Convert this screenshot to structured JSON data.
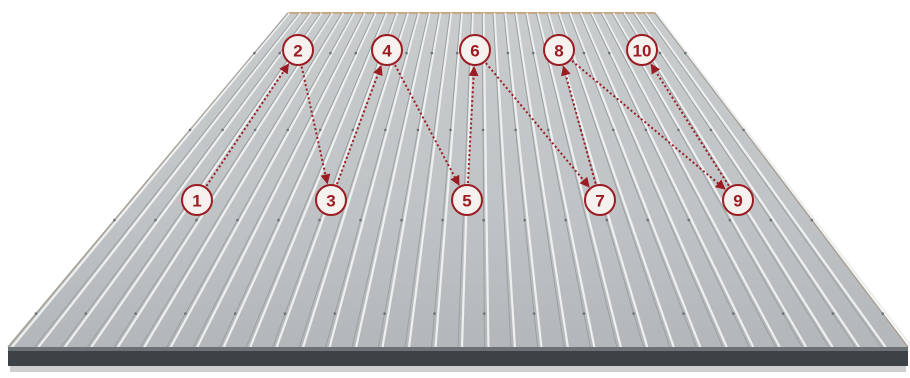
{
  "diagram": {
    "colors": {
      "roof_light": "#d9dcdd",
      "roof_mid": "#b7bbbd",
      "roof_dark": "#9aa0a3",
      "edge_trim": "#c8a882",
      "base_shadow": "#3d4246",
      "accent": "#9b1c23",
      "marker_fill": "#f4f1ee"
    },
    "markers": [
      {
        "label": "1"
      },
      {
        "label": "2"
      },
      {
        "label": "3"
      },
      {
        "label": "4"
      },
      {
        "label": "5"
      },
      {
        "label": "6"
      },
      {
        "label": "7"
      },
      {
        "label": "8"
      },
      {
        "label": "9"
      },
      {
        "label": "10"
      }
    ],
    "sequence": [
      "1",
      "2",
      "3",
      "4",
      "5",
      "6",
      "7",
      "8",
      "9",
      "10"
    ]
  }
}
